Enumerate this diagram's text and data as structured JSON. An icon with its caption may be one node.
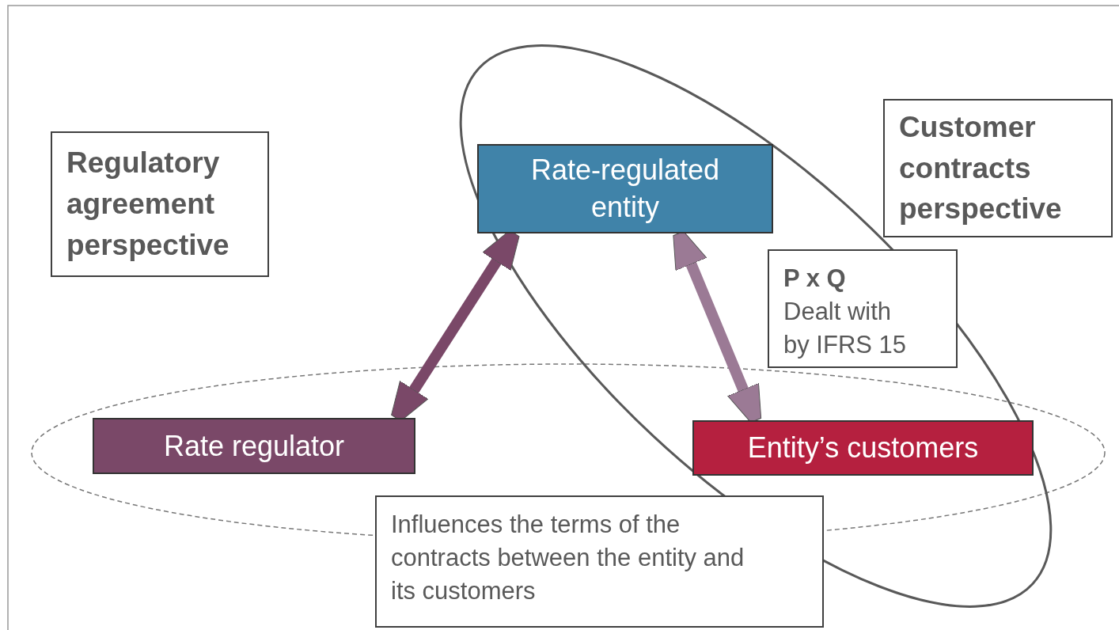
{
  "diagram": {
    "nodes": [
      {
        "text": [
          "Regulatory agreement perspective"
        ]
      },
      {
        "text": [
          "Rate-regulated entity"
        ]
      },
      {
        "text": [
          "Customer contracts perspective"
        ]
      },
      {
        "text": [
          "P x Q",
          "Dealt with by IFRS 15"
        ]
      },
      {
        "text": [
          "Rate regulator"
        ]
      },
      {
        "text": [
          "Entity’s customers"
        ]
      },
      {
        "text": [
          "Influences the terms of the contracts between the entity and its customers"
        ]
      }
    ],
    "edges": [
      {
        "from": 4,
        "to": 1,
        "arrow": "both",
        "color": "#7a4868"
      },
      {
        "from": 1,
        "to": 5,
        "arrow": "both",
        "color": "#9b7a95"
      }
    ]
  }
}
